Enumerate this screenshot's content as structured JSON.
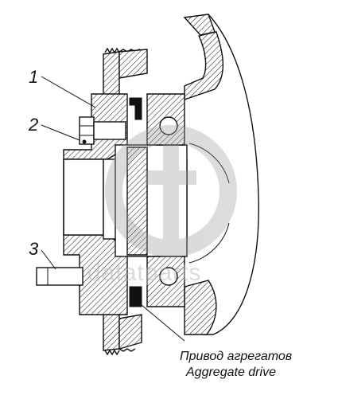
{
  "callouts": [
    {
      "label": "1"
    },
    {
      "label": "2"
    },
    {
      "label": "3"
    }
  ],
  "caption": {
    "line1": "Привод агрегатов",
    "line2": "Aggregate drive"
  },
  "watermark": {
    "text": "datatparts"
  },
  "colors": {
    "ink": "#111111",
    "watermark": "#bdbdbd",
    "background": "#ffffff"
  }
}
